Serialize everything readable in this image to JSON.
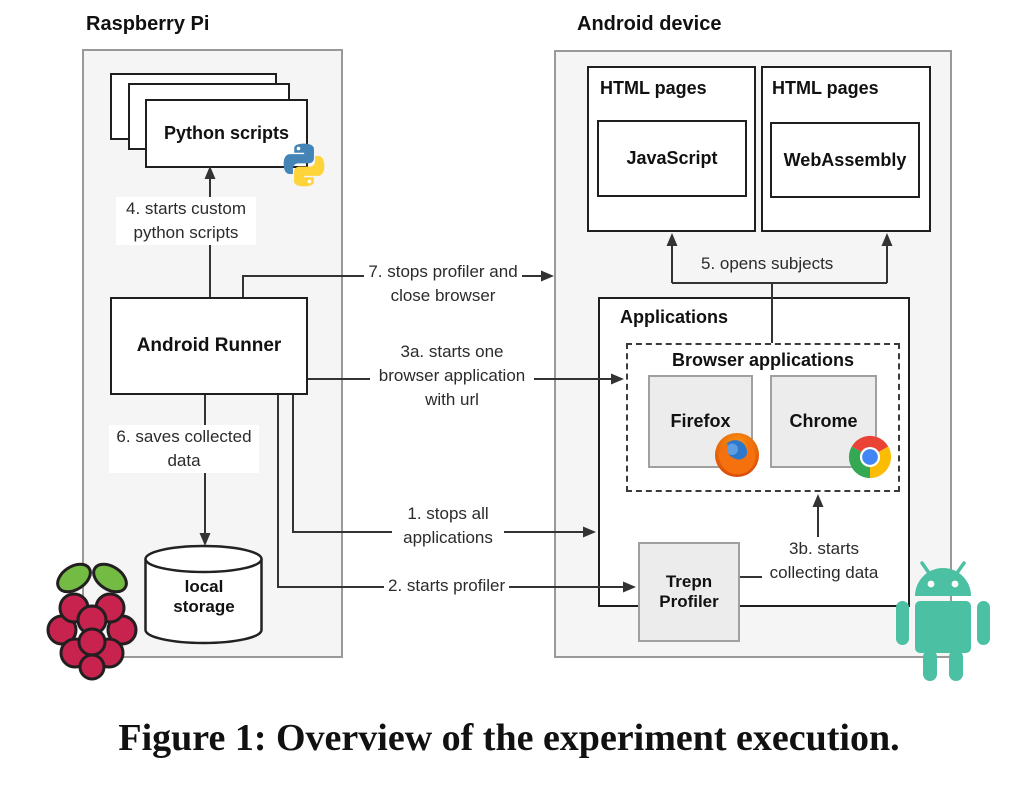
{
  "figure": {
    "caption": "Figure 1: Overview of the experiment execution."
  },
  "raspberry_pi": {
    "title": "Raspberry Pi",
    "python_scripts_label": "Python scripts",
    "android_runner_label": "Android Runner",
    "local_storage_label": "local storage"
  },
  "android_device": {
    "title": "Android device",
    "html_pages_js": {
      "title": "HTML pages",
      "content": "JavaScript"
    },
    "html_pages_wasm": {
      "title": "HTML pages",
      "content": "WebAssembly"
    },
    "applications": {
      "title": "Applications",
      "browser_applications_title": "Browser applications",
      "firefox_label": "Firefox",
      "chrome_label": "Chrome",
      "trepn_profiler_label": "Trepn Profiler"
    }
  },
  "steps": {
    "s1": "1. stops all applications",
    "s2": "2. starts profiler",
    "s3a": "3a. starts one browser application with url",
    "s3b": "3b. starts collecting data",
    "s4": "4. starts custom python scripts",
    "s5": "5. opens subjects",
    "s6": "6. saves collected data",
    "s7": "7. stops profiler and close browser"
  },
  "icons": {
    "python": "python-logo",
    "raspberry_pi": "raspberry-pi-logo",
    "firefox": "firefox-logo",
    "chrome": "chrome-logo",
    "android": "android-robot-logo"
  },
  "colors": {
    "box_fill": "#f5f5f5",
    "outer_border": "#999999",
    "inner_border": "#1f1f1f",
    "subbox_fill": "#ececec",
    "subbox_border": "#a0a0a0",
    "connector": "#333333",
    "python_blue": "#4584b6",
    "python_yellow": "#ffd43b",
    "raspberry_red": "#c8234f",
    "raspberry_leaf": "#74bb43",
    "android_green": "#4bc0a2",
    "chrome_red": "#ea4335",
    "chrome_yellow": "#fbbc05",
    "chrome_green": "#34a853",
    "chrome_blue": "#4285f4",
    "firefox_orange": "#f5710e",
    "firefox_blue": "#2d78cc"
  }
}
